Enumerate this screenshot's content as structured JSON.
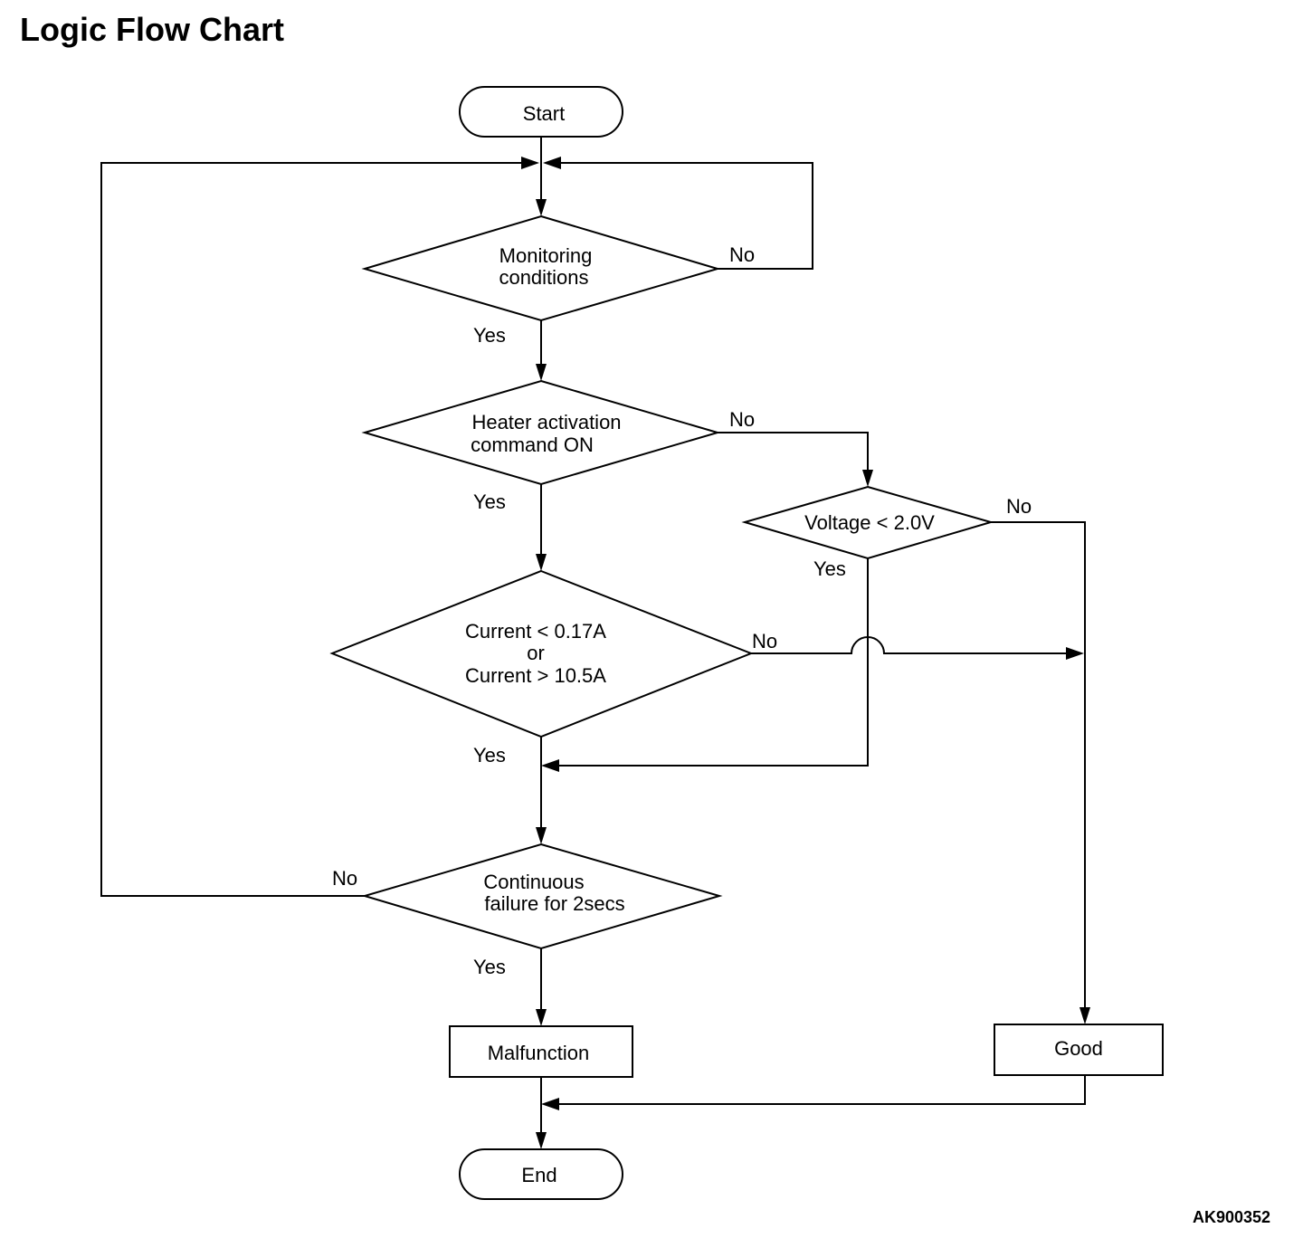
{
  "title": "Logic Flow Chart",
  "figure_code": "AK900352",
  "nodes": {
    "start": "Start",
    "monitoring": [
      "Monitoring",
      "conditions"
    ],
    "heater": [
      "Heater activation",
      "command ON"
    ],
    "voltage": "Voltage < 2.0V",
    "current": [
      "Current < 0.17A",
      "or",
      "Current > 10.5A"
    ],
    "continuous": [
      "Continuous",
      "failure for 2secs"
    ],
    "malfunction": "Malfunction",
    "good": "Good",
    "end": "End"
  },
  "edge_labels": {
    "monitoring_no": "No",
    "monitoring_yes": "Yes",
    "heater_no": "No",
    "heater_yes": "Yes",
    "voltage_no": "No",
    "voltage_yes": "Yes",
    "current_no": "No",
    "current_yes": "Yes",
    "continuous_no": "No",
    "continuous_yes": "Yes"
  }
}
